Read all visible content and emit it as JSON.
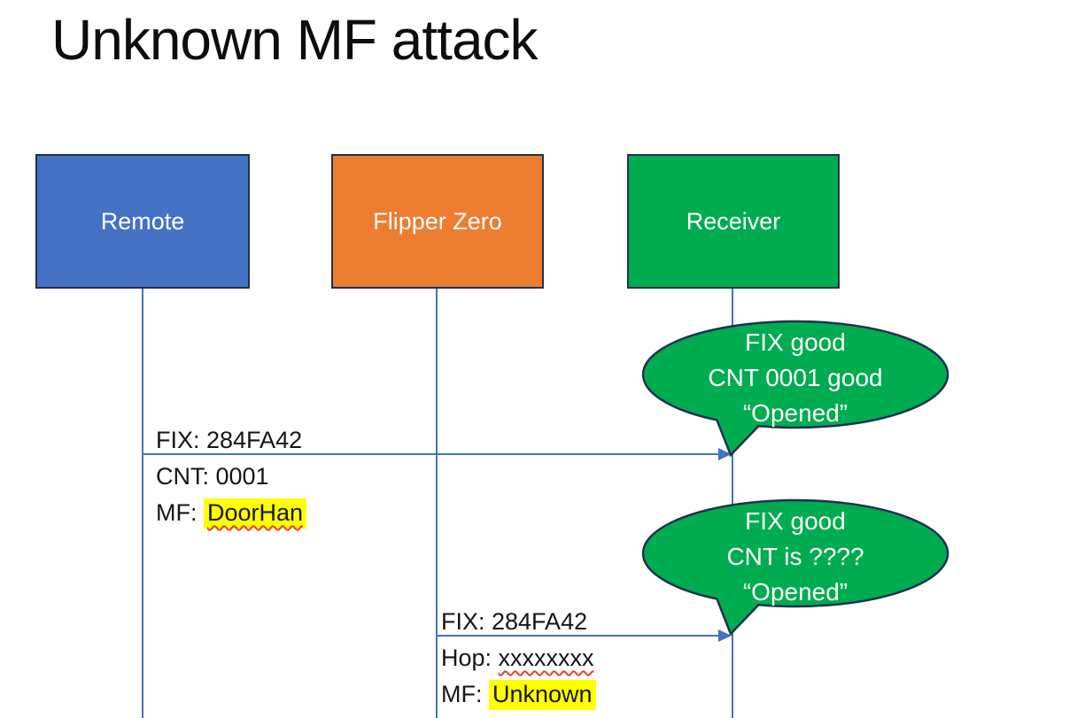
{
  "title": "Unknown MF attack",
  "actors": [
    {
      "id": "remote",
      "label": "Remote",
      "fill": "#4472C4"
    },
    {
      "id": "flipper-zero",
      "label": "Flipper Zero",
      "fill": "#ED7D31"
    },
    {
      "id": "receiver",
      "label": "Receiver",
      "fill": "#00AC50"
    }
  ],
  "colors": {
    "actor_border": "#1E3250",
    "line_blue": "#4472C4",
    "bubble_fill": "#00AC50",
    "bubble_stroke": "#1E3250",
    "highlight": "#FFFF00",
    "squiggle": "#E8402A"
  },
  "messages": [
    {
      "from": "Remote",
      "to": "Receiver",
      "lines": [
        {
          "text": "FIX: 284FA42"
        },
        {
          "text": "CNT: 0001"
        },
        {
          "prefix": "MF: ",
          "value": "DoorHan",
          "highlight": true,
          "squiggle": true
        }
      ]
    },
    {
      "from": "Flipper Zero",
      "to": "Receiver",
      "lines": [
        {
          "text": "FIX: 284FA42"
        },
        {
          "prefix": "Hop: ",
          "value": "xxxxxxxx",
          "highlight": false,
          "squiggle": true
        },
        {
          "prefix": "MF: ",
          "value": "Unknown",
          "highlight": true,
          "squiggle": false
        }
      ]
    }
  ],
  "bubbles": [
    {
      "lines": [
        "FIX good",
        "CNT 0001 good",
        "“Opened”"
      ]
    },
    {
      "lines": [
        "FIX good",
        "CNT is ????",
        "“Opened”"
      ]
    }
  ]
}
